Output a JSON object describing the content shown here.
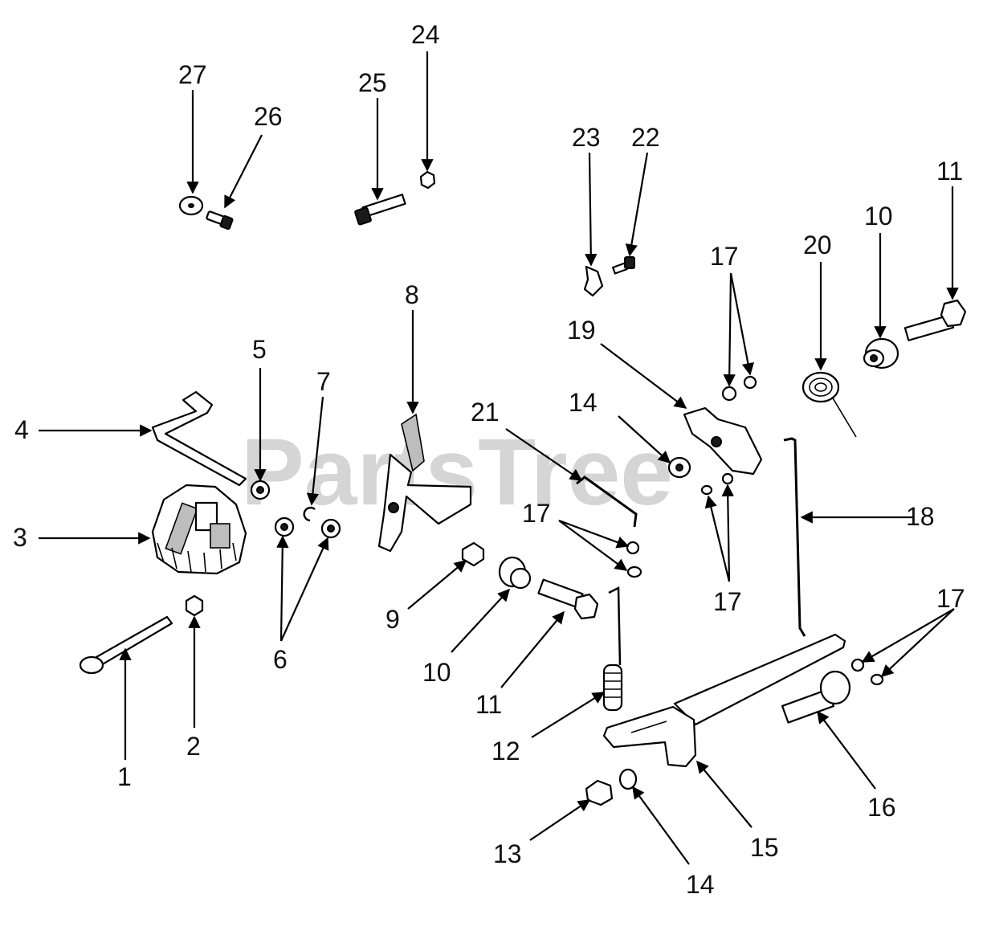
{
  "watermark": "PartsTree",
  "callouts": [
    {
      "id": "c1",
      "text": "1"
    },
    {
      "id": "c2",
      "text": "2"
    },
    {
      "id": "c3",
      "text": "3"
    },
    {
      "id": "c4",
      "text": "4"
    },
    {
      "id": "c5",
      "text": "5"
    },
    {
      "id": "c6",
      "text": "6"
    },
    {
      "id": "c7",
      "text": "7"
    },
    {
      "id": "c8",
      "text": "8"
    },
    {
      "id": "c9",
      "text": "9"
    },
    {
      "id": "c10a",
      "text": "10"
    },
    {
      "id": "c10b",
      "text": "10"
    },
    {
      "id": "c11a",
      "text": "11"
    },
    {
      "id": "c11b",
      "text": "11"
    },
    {
      "id": "c12",
      "text": "12"
    },
    {
      "id": "c13",
      "text": "13"
    },
    {
      "id": "c14a",
      "text": "14"
    },
    {
      "id": "c14b",
      "text": "14"
    },
    {
      "id": "c15",
      "text": "15"
    },
    {
      "id": "c16",
      "text": "16"
    },
    {
      "id": "c17a",
      "text": "17"
    },
    {
      "id": "c17b",
      "text": "17"
    },
    {
      "id": "c17c",
      "text": "17"
    },
    {
      "id": "c17d",
      "text": "17"
    },
    {
      "id": "c18",
      "text": "18"
    },
    {
      "id": "c19",
      "text": "19"
    },
    {
      "id": "c20",
      "text": "20"
    },
    {
      "id": "c21",
      "text": "21"
    },
    {
      "id": "c22",
      "text": "22"
    },
    {
      "id": "c23",
      "text": "23"
    },
    {
      "id": "c24",
      "text": "24"
    },
    {
      "id": "c25",
      "text": "25"
    },
    {
      "id": "c26",
      "text": "26"
    },
    {
      "id": "c27",
      "text": "27"
    }
  ]
}
